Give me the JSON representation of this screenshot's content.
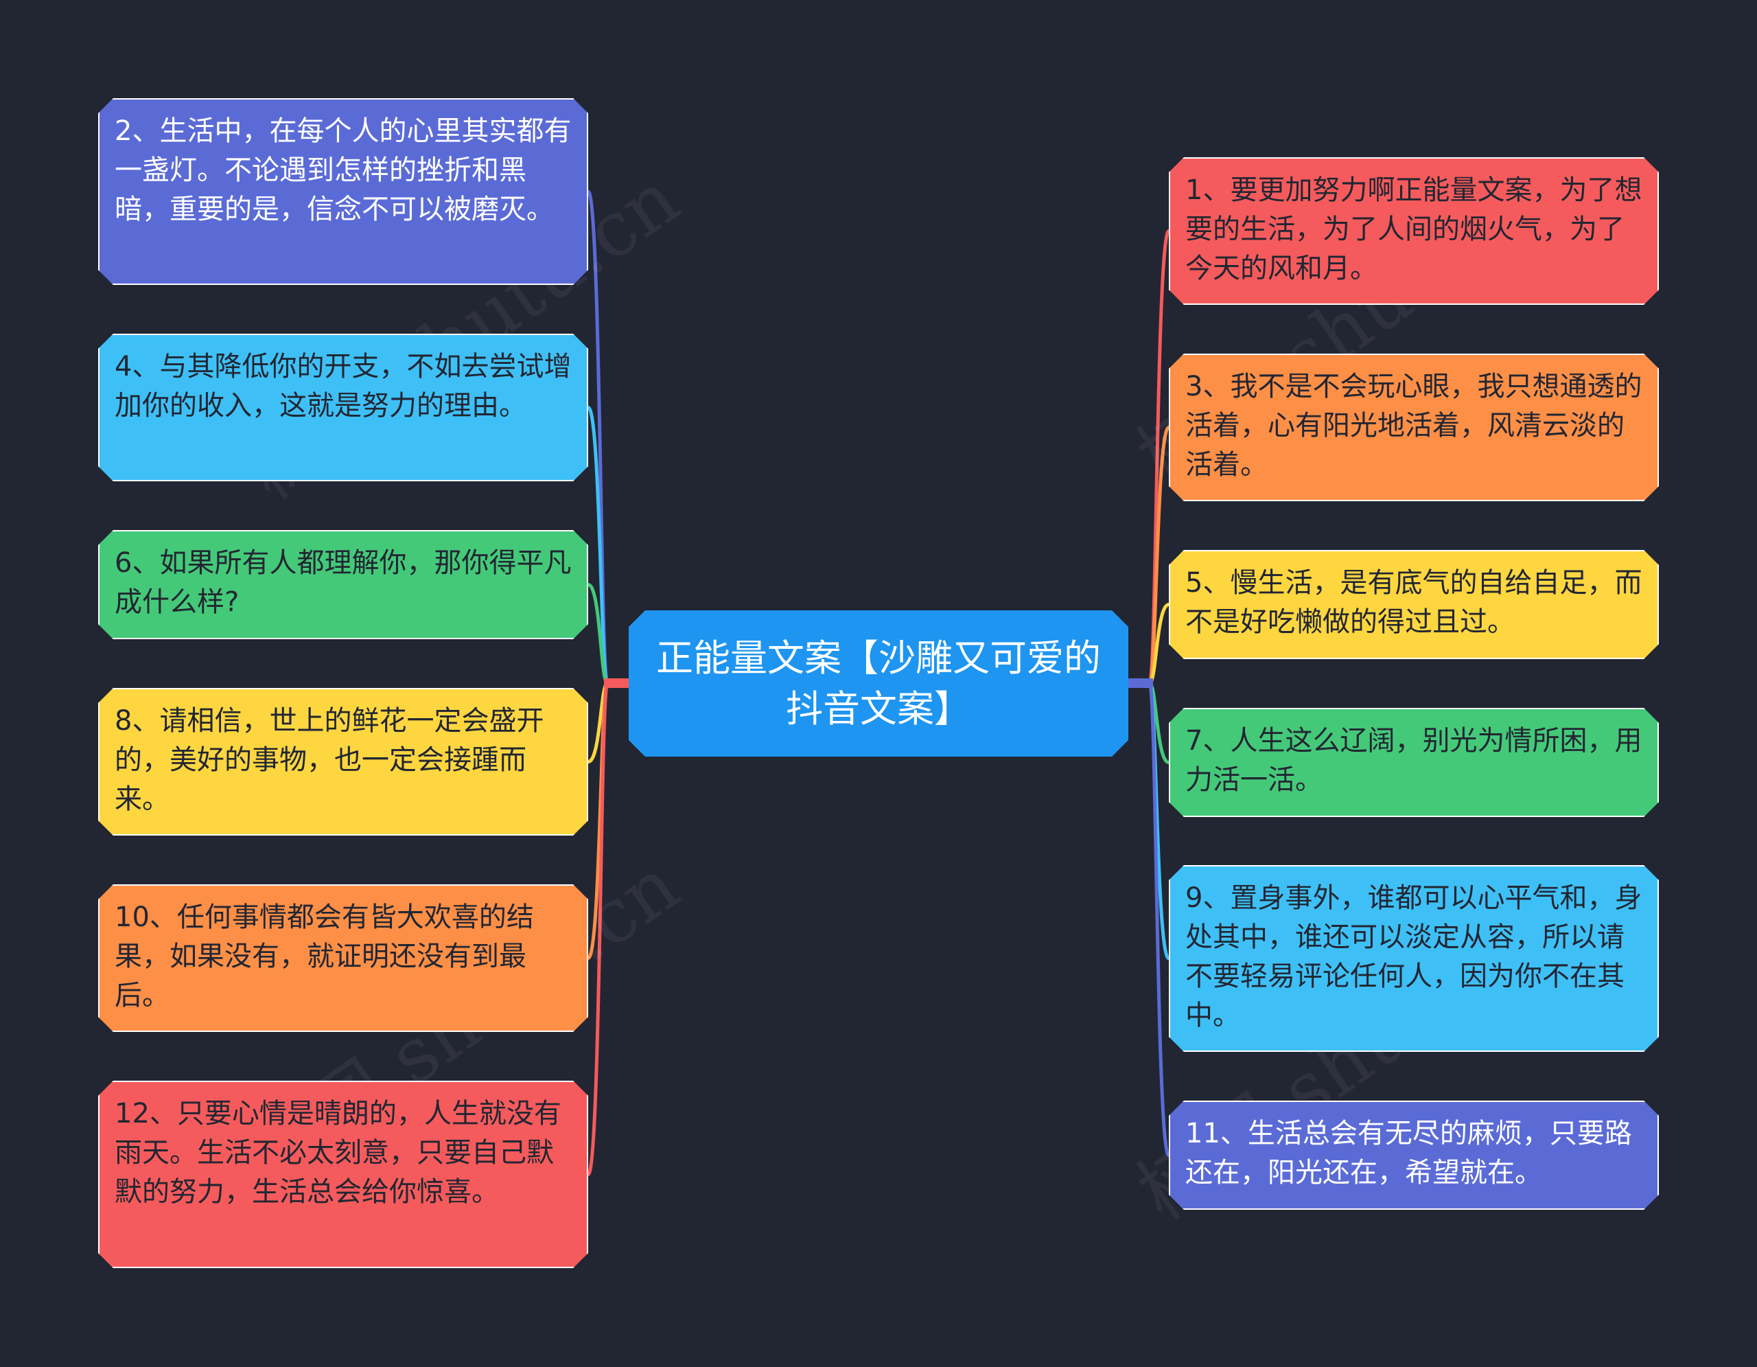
{
  "central": {
    "label": "正能量文案【沙雕又可爱的抖音文案】",
    "color": "#1e95f0"
  },
  "watermark": "树图 shutu.cn",
  "nodes": {
    "left": [
      {
        "text": "2、生活中，在每个人的心里其实都有一盏灯。不论遇到怎样的挫折和黑暗，重要的是，信念不可以被磨灭。",
        "color": "#5b6bd6",
        "light": true
      },
      {
        "text": "4、与其降低你的开支，不如去尝试增加你的收入，这就是努力的理由。",
        "color": "#3ec0f6",
        "light": false
      },
      {
        "text": "6、如果所有人都理解你，那你得平凡成什么样?",
        "color": "#44c979",
        "light": false
      },
      {
        "text": "8、请相信，世上的鲜花一定会盛开的，美好的事物，也一定会接踵而来。",
        "color": "#fdd640",
        "light": false
      },
      {
        "text": "10、任何事情都会有皆大欢喜的结果，如果没有，就证明还没有到最后。",
        "color": "#fd8f47",
        "light": false
      },
      {
        "text": "12、只要心情是晴朗的，人生就没有雨天。生活不必太刻意，只要自己默默的努力，生活总会给你惊喜。",
        "color": "#f55b5c",
        "light": false
      }
    ],
    "right": [
      {
        "text": "1、要更加努力啊正能量文案，为了想要的生活，为了人间的烟火气，为了今天的风和月。",
        "color": "#f55b5c",
        "light": false
      },
      {
        "text": "3、我不是不会玩心眼，我只想通透的活着，心有阳光地活着，风清云淡的活着。",
        "color": "#fd8f47",
        "light": false
      },
      {
        "text": "5、慢生活，是有底气的自给自足，而不是好吃懒做的得过且过。",
        "color": "#fdd640",
        "light": false
      },
      {
        "text": "7、人生这么辽阔，别光为情所困，用力活一活。",
        "color": "#44c979",
        "light": false
      },
      {
        "text": "9、置身事外，谁都可以心平气和，身处其中，谁还可以淡定从容，所以请不要轻易评论任何人，因为你不在其中。",
        "color": "#3ec0f6",
        "light": false
      },
      {
        "text": "11、生活总会有无尽的麻烦，只要路还在，阳光还在，希望就在。",
        "color": "#5b6bd6",
        "light": true
      }
    ]
  }
}
